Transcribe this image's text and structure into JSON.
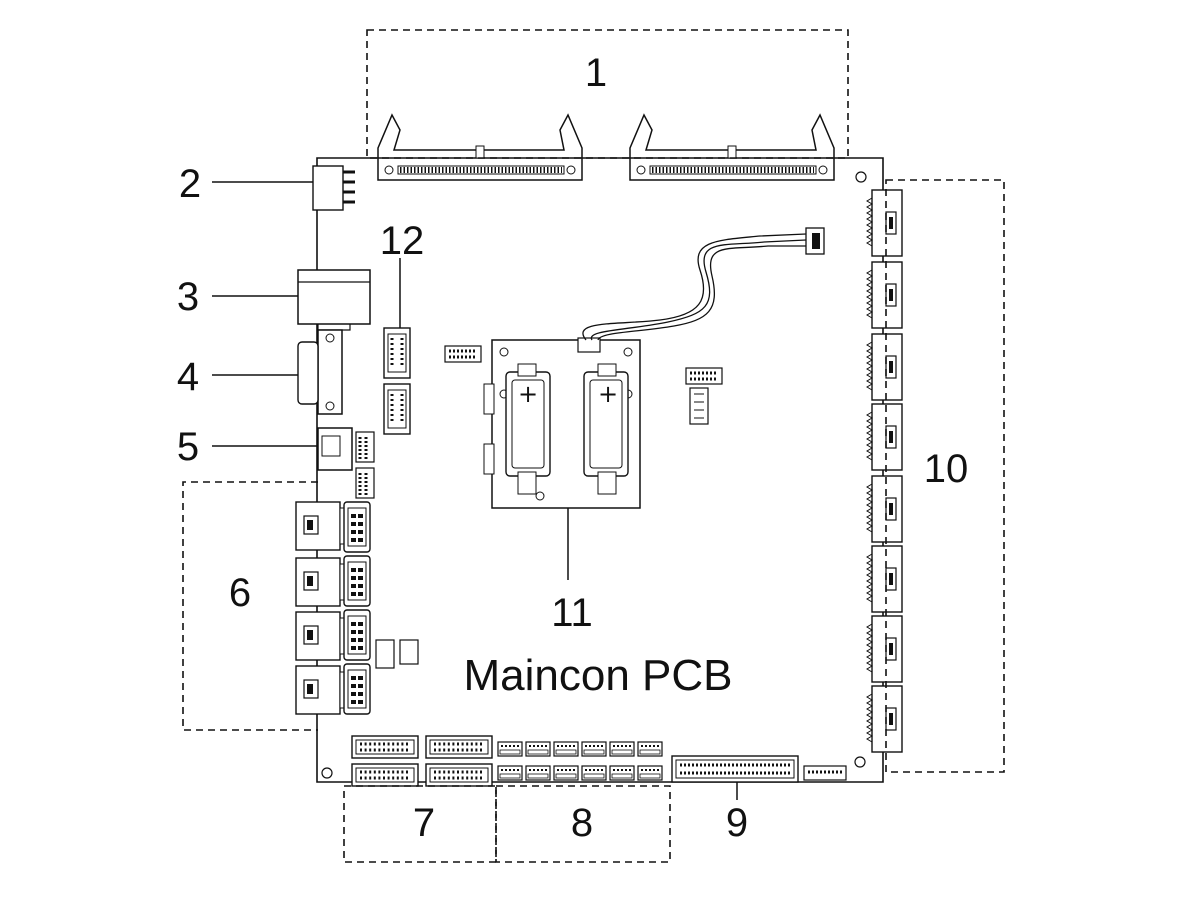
{
  "title": "Maincon PCB",
  "callouts": {
    "c1": "1",
    "c2": "2",
    "c3": "3",
    "c4": "4",
    "c5": "5",
    "c6": "6",
    "c7": "7",
    "c8": "8",
    "c9": "9",
    "c10": "10",
    "c11": "11",
    "c12": "12"
  },
  "battery_symbols": {
    "left": "+",
    "right": "+"
  }
}
